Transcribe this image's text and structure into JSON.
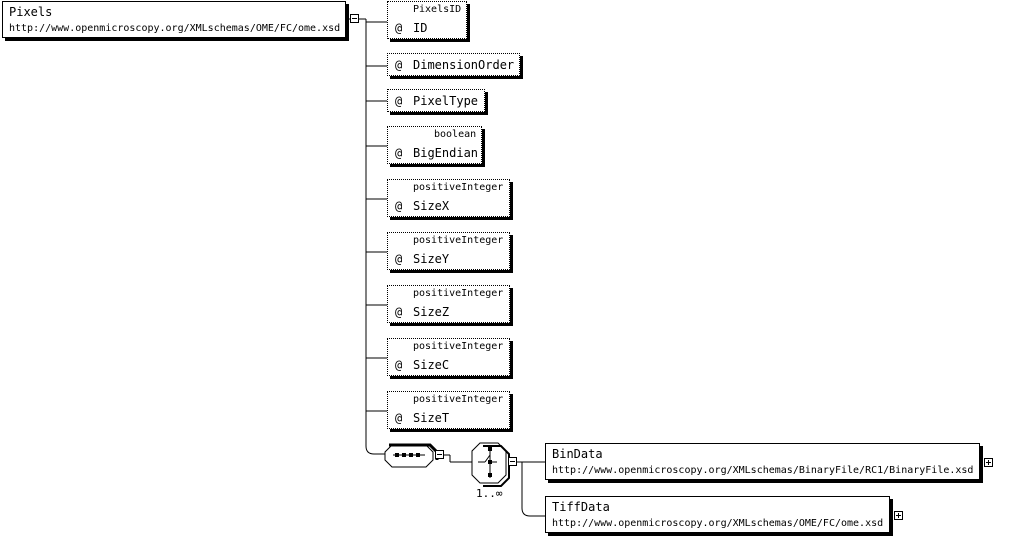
{
  "root": {
    "name": "Pixels",
    "namespace": "http://www.openmicroscopy.org/XMLschemas/OME/FC/ome.xsd"
  },
  "attributes": [
    {
      "name": "ID",
      "type": "PixelsID"
    },
    {
      "name": "DimensionOrder",
      "type": ""
    },
    {
      "name": "PixelType",
      "type": ""
    },
    {
      "name": "BigEndian",
      "type": "boolean"
    },
    {
      "name": "SizeX",
      "type": "positiveInteger"
    },
    {
      "name": "SizeY",
      "type": "positiveInteger"
    },
    {
      "name": "SizeZ",
      "type": "positiveInteger"
    },
    {
      "name": "SizeC",
      "type": "positiveInteger"
    },
    {
      "name": "SizeT",
      "type": "positiveInteger"
    }
  ],
  "attribute_marker": "@",
  "choice_occurrence": "1..∞",
  "children": [
    {
      "name": "BinData",
      "namespace": "http://www.openmicroscopy.org/XMLschemas/BinaryFile/RC1/BinaryFile.xsd"
    },
    {
      "name": "TiffData",
      "namespace": "http://www.openmicroscopy.org/XMLschemas/OME/FC/ome.xsd"
    }
  ]
}
